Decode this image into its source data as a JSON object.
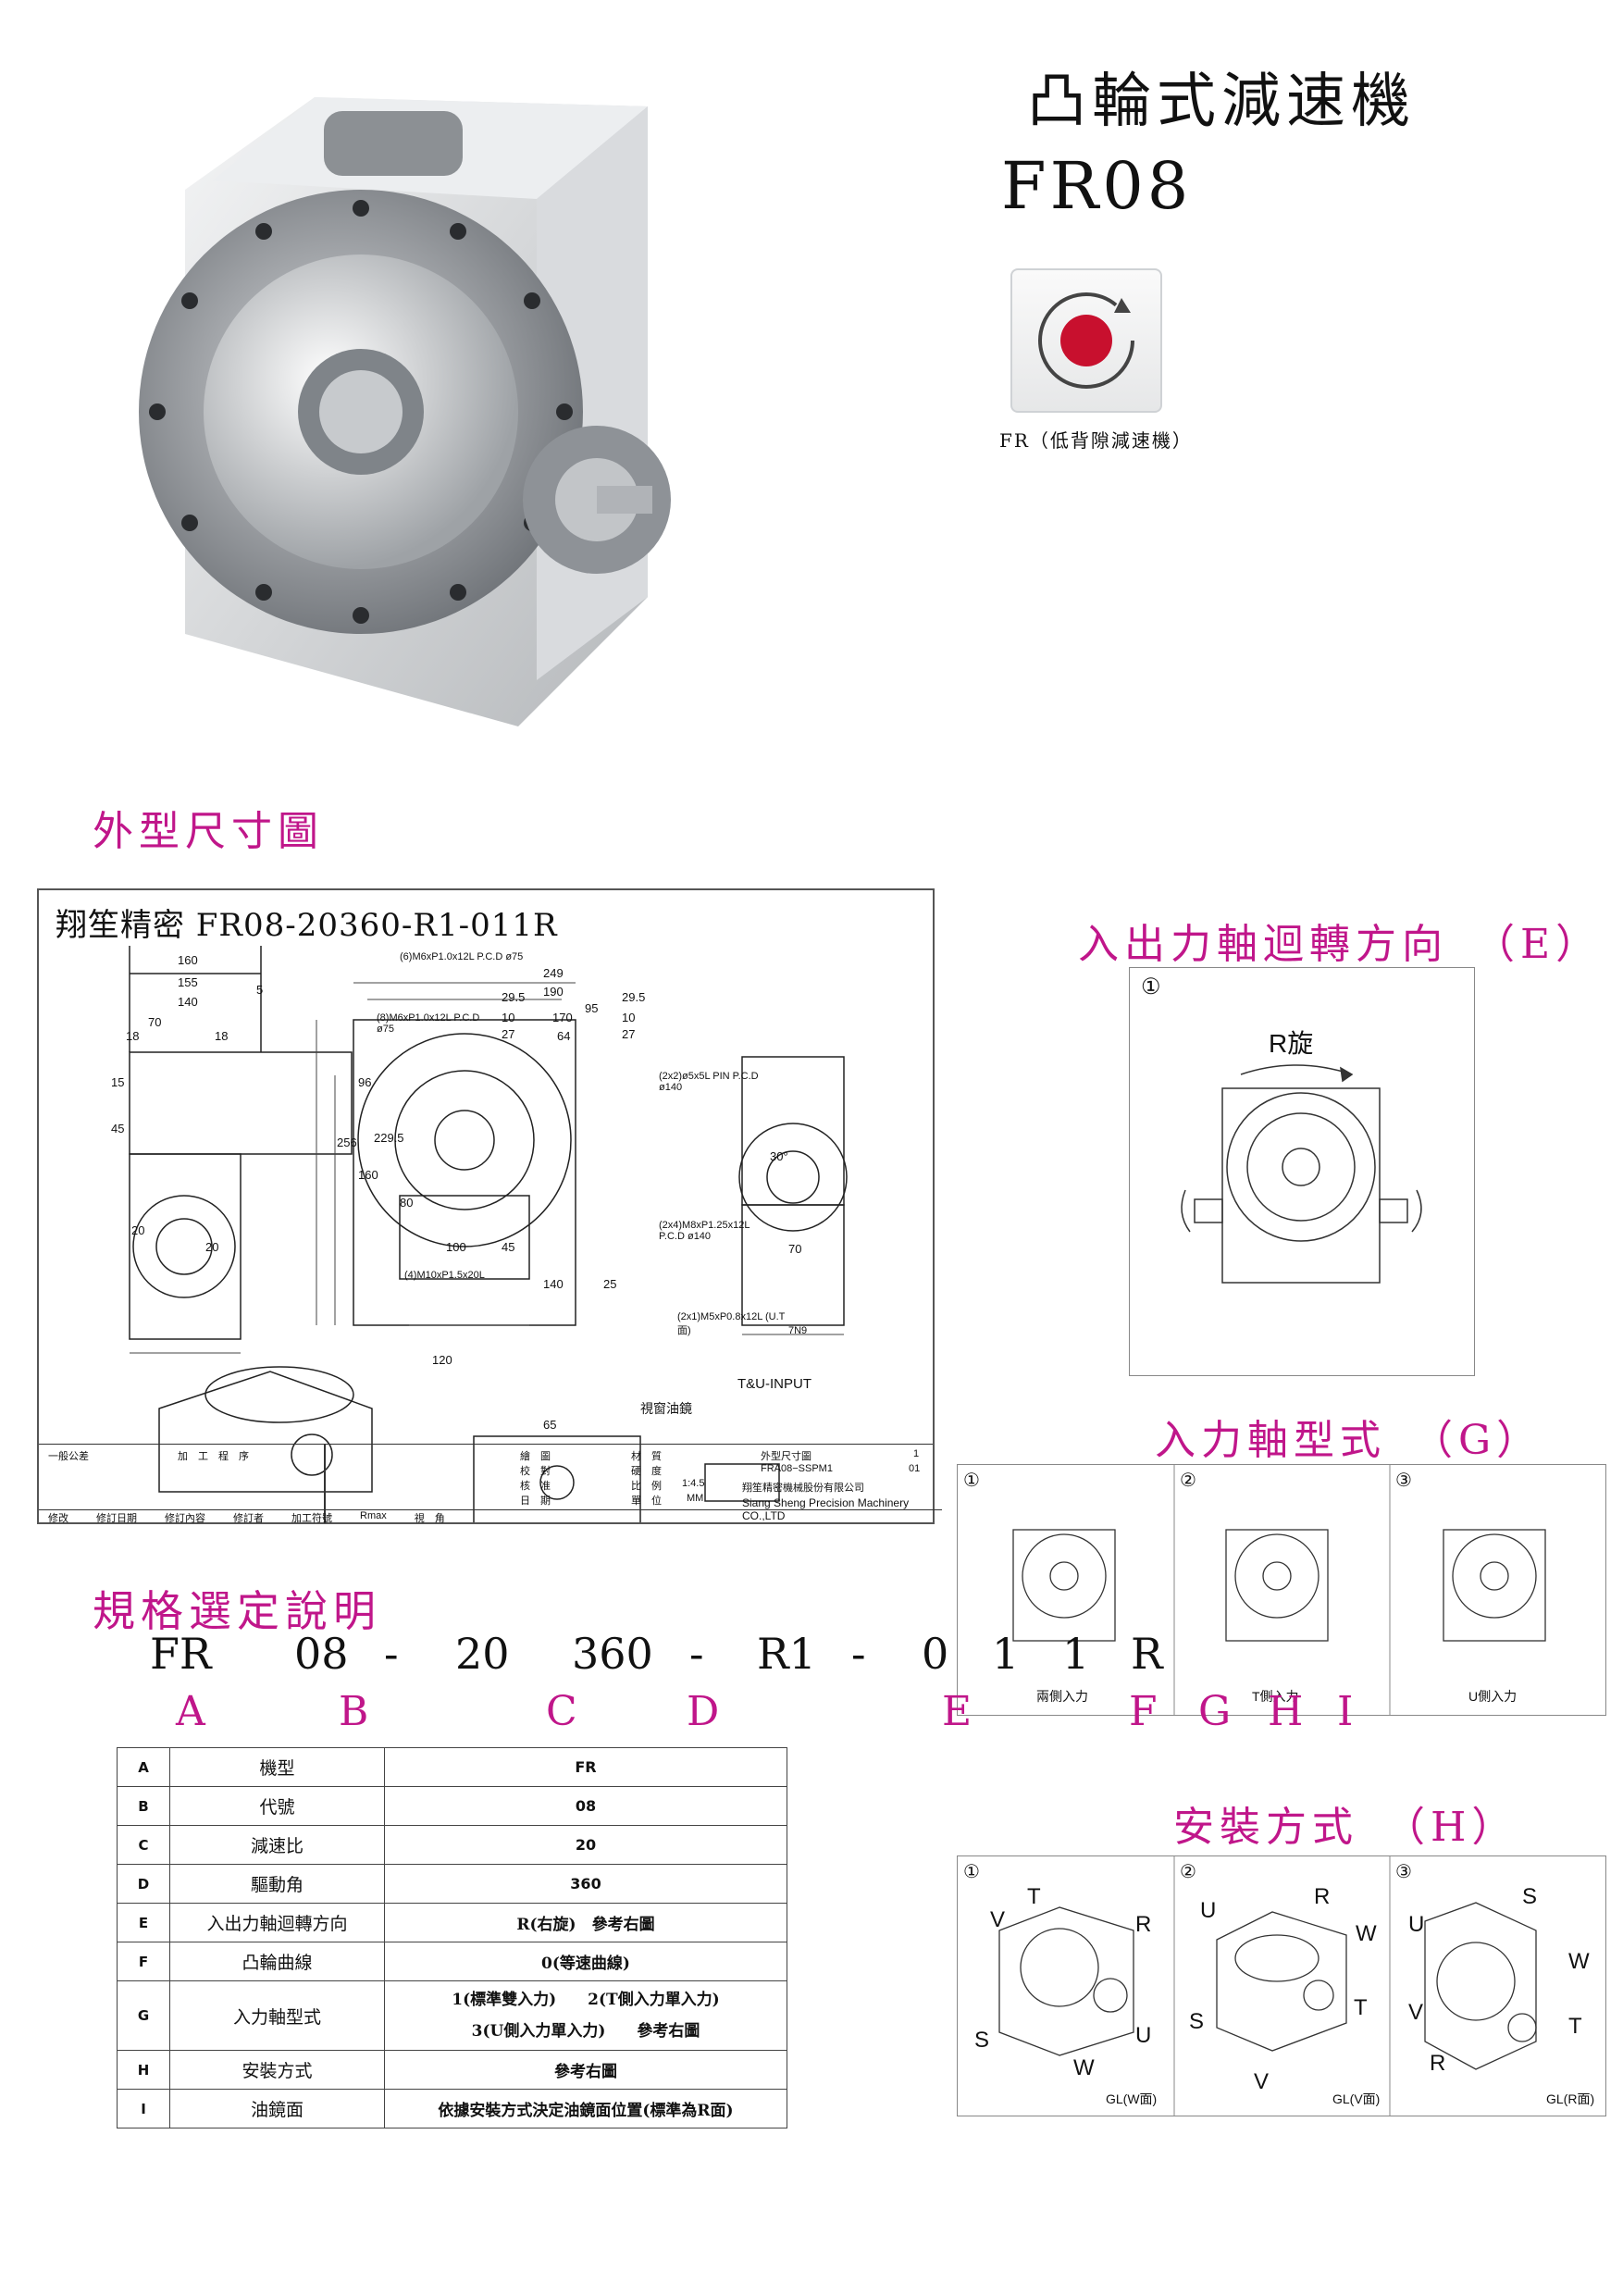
{
  "header": {
    "title": "凸輪式減速機",
    "model": "FR08",
    "badge_caption": "FR（低背隙減速機）"
  },
  "sections": {
    "outline": "外型尺寸圖",
    "rotation": "入出力軸迴轉方向　（E）",
    "input_type": "入力軸型式　（G）",
    "mounting": "安裝方式　（H）",
    "spec_title": "規格選定說明"
  },
  "drawing": {
    "title": "翔笙精密 FR08-20360-R1-011R",
    "dims": [
      "160",
      "155",
      "140",
      "70",
      "5",
      "18",
      "18",
      "249",
      "190",
      "95",
      "29.5",
      "29.5",
      "170",
      "10",
      "10",
      "27",
      "27",
      "64",
      "15",
      "45",
      "256",
      "160",
      "96",
      "229.5",
      "80",
      "20",
      "20",
      "100",
      "45",
      "70",
      "140",
      "25",
      "120",
      "65",
      "30°"
    ],
    "callouts": [
      "(6)M6xP1.0x12L P.C.D ø75",
      "(8)M6xP1.0x12L P.C.D ø75",
      "(2x2)ø5x5L PIN P.C.D ø140",
      "(2x4)M8xP1.25x12L P.C.D ø140",
      "(4)M10xP1.5x20L",
      "(2x1)M5xP0.8x12L (U.T面)",
      "7N9",
      "T&U-INPUT",
      "視窗油鏡"
    ],
    "tb": {
      "process": "加　工　程　序",
      "general": "一般公差",
      "scale": "1:4.5",
      "unit": "MM",
      "part_name": "外型尺寸圖",
      "part_no": "FRA08−SSPM1",
      "qty": "1",
      "rev": "01",
      "company_cn": "翔笙精密機械股份有限公司",
      "company_en": "Siang Sheng Precision Machinery CO.,LTD",
      "row_labels": [
        "繪　圖",
        "校　對",
        "核　准",
        "日　期"
      ],
      "col_labels": [
        "材　質",
        "硬　度",
        "比　例",
        "單　位"
      ],
      "bottom": [
        "修改",
        "修訂日期",
        "修訂內容",
        "修訂者",
        "加工符號",
        "Rmax",
        "視　角"
      ]
    }
  },
  "rotation_panel": {
    "num": "①",
    "label": "R旋"
  },
  "input_panels": [
    {
      "num": "①",
      "label": "兩側入力"
    },
    {
      "num": "②",
      "label": "T側入力"
    },
    {
      "num": "③",
      "label": "U側入力"
    }
  ],
  "mount_panels": [
    {
      "num": "①",
      "label": "GL(W面)",
      "letters": [
        "T",
        "V",
        "R",
        "S",
        "U",
        "W"
      ]
    },
    {
      "num": "②",
      "label": "GL(V面)",
      "letters": [
        "U",
        "R",
        "W",
        "S",
        "T",
        "V"
      ]
    },
    {
      "num": "③",
      "label": "GL(R面)",
      "letters": [
        "S",
        "U",
        "W",
        "T",
        "V",
        "R"
      ]
    }
  ],
  "code": {
    "parts": [
      "FR",
      "08",
      "-",
      "20",
      "360",
      "-",
      "R1",
      "-",
      "0",
      "1",
      "1",
      "R"
    ],
    "letters": [
      "A",
      "B",
      "C",
      "D",
      "E",
      "F",
      "G",
      "H",
      "I"
    ]
  },
  "spec_table": [
    {
      "key": "A",
      "name": "機型",
      "value": "FR"
    },
    {
      "key": "B",
      "name": "代號",
      "value": "08"
    },
    {
      "key": "C",
      "name": "減速比",
      "value": "20"
    },
    {
      "key": "D",
      "name": "驅動角",
      "value": "360"
    },
    {
      "key": "E",
      "name": "入出力軸迴轉方向",
      "value": "R(右旋)　參考右圖"
    },
    {
      "key": "F",
      "name": "凸輪曲線",
      "value": "0(等速曲線)"
    },
    {
      "key": "G",
      "name": "入力軸型式",
      "value": "1(標準雙入力)　　2(T側入力單入力)",
      "value2": "3(U側入力單入力)　　參考右圖"
    },
    {
      "key": "H",
      "name": "安裝方式",
      "value": "參考右圖"
    },
    {
      "key": "I",
      "name": "油鏡面",
      "value": "依據安裝方式決定油鏡面位置(標準為R面)"
    }
  ],
  "colors": {
    "accent": "#c0168a",
    "metal": "#b9bcc0",
    "badge_dot": "#c8102e"
  }
}
